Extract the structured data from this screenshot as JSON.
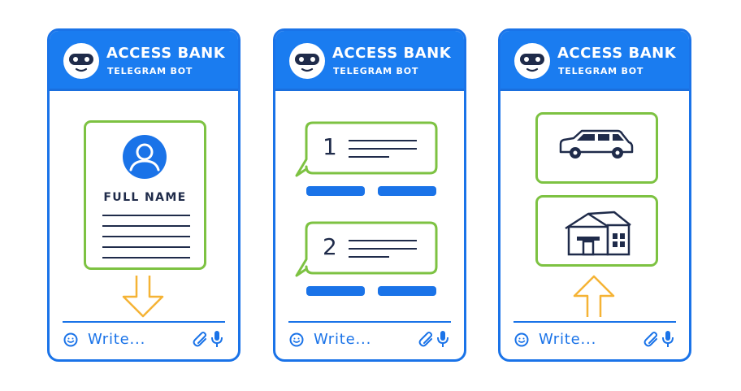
{
  "bot": {
    "name": "ACCESS BANK",
    "subtitle": "TELEGRAM BOT",
    "icon": "robot-avatar-icon"
  },
  "colors": {
    "primary_blue": "#1a73e8",
    "header_blue": "#1a7cf0",
    "card_green": "#7dc242",
    "arrow_orange": "#f5b335",
    "ink": "#1f2b4a"
  },
  "composer": {
    "placeholder": "Write...",
    "emoji_icon": "smile-icon",
    "attach_icon": "paperclip-icon",
    "voice_icon": "microphone-icon"
  },
  "screens": [
    {
      "id": "profile",
      "card": {
        "icon": "user-avatar-icon",
        "label": "FULL NAME"
      },
      "arrow": "arrow-down-icon"
    },
    {
      "id": "options",
      "messages": [
        {
          "number": "1"
        },
        {
          "number": "2"
        }
      ]
    },
    {
      "id": "assets",
      "cards": [
        {
          "icon": "car-icon"
        },
        {
          "icon": "house-icon"
        }
      ],
      "arrow": "arrow-up-icon"
    }
  ]
}
